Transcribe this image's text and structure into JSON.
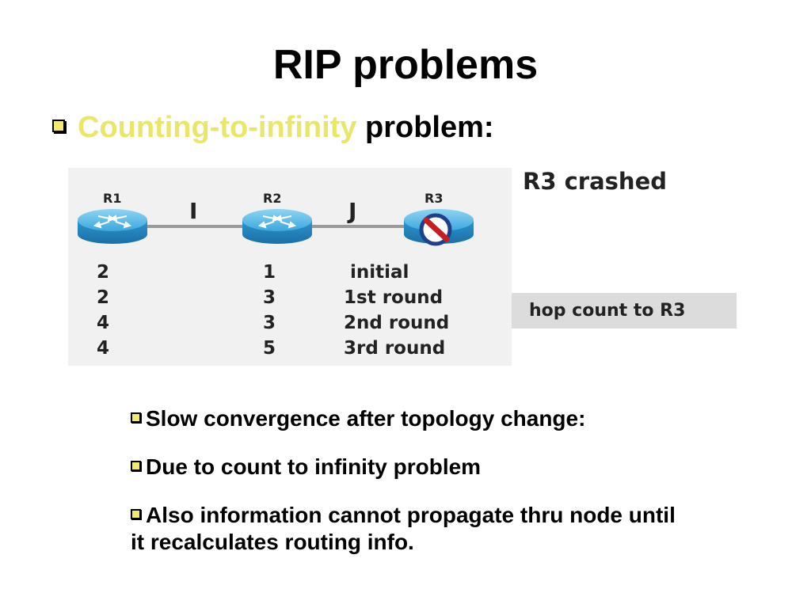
{
  "title": "RIP problems",
  "bullet": {
    "highlight": "Counting-to-infinity",
    "rest": "problem:",
    "highlight_color": "#eae66a"
  },
  "diagram": {
    "crashed_note": "R3 crashed",
    "hop_note": "hop count to R3",
    "routers": [
      "R1",
      "R2",
      "R3"
    ],
    "links": [
      "I",
      "J"
    ],
    "table": [
      {
        "r1": "2",
        "r2": "1",
        "round": "initial"
      },
      {
        "r1": "2",
        "r2": "3",
        "round": "1st round"
      },
      {
        "r1": "4",
        "r2": "3",
        "round": "2nd round"
      },
      {
        "r1": "4",
        "r2": "5",
        "round": "3rd round"
      }
    ],
    "colors": {
      "router_blue": "#2f9fd6",
      "crash_red": "#c81e1e",
      "crash_ring": "#1f3f8f"
    }
  },
  "sub_bullets": [
    "Slow convergence after topology change:",
    "Due to count to infinity problem",
    "Also information cannot propagate thru node until it recalculates routing info."
  ]
}
